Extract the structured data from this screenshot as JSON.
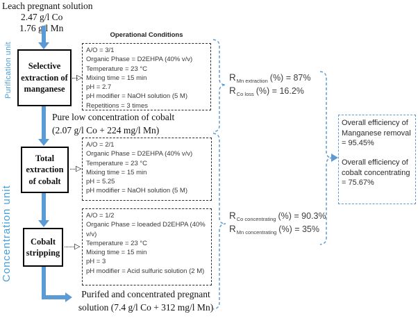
{
  "unit_labels": {
    "purification": "Purification unit",
    "concentration": "Concentration unit"
  },
  "feed": {
    "line1": "Leach pregnant solution",
    "line2": "2.47 g/l Co",
    "line3": "1.76 g/l Mn"
  },
  "boxes": {
    "box1": "Selective extraction of manganese",
    "box2": "Total extraction of cobalt",
    "box3": "Cobalt stripping"
  },
  "ops_header": "Operational Conditions",
  "ops1": {
    "lines": [
      "A/O = 3/1",
      "Organic Phase = D2EHPA (40% v/v)",
      "Temperature = 23 °C",
      "Mixing time = 15 min",
      "pH = 2.7",
      "pH modifier = NaOH solution (5 M)",
      "Repetitions = 3 times"
    ]
  },
  "ops2": {
    "lines": [
      "A/O = 2/1",
      "Organic Phase = D2EHPA (40% v/v)",
      "Temperature = 23 °C",
      "Mixing time = 15 min",
      "pH = 5.25",
      "pH modifier = NaOH solution (5 M)"
    ]
  },
  "ops3": {
    "lines": [
      "A/O = 1/2",
      "Organic Phase = loeaded D2EHPA (40% v/v)",
      "Temperature = 23 °C",
      "Mixing time = 15 min",
      "pH = 3",
      "pH modifier = Acid sulfuric solution (2 M)"
    ]
  },
  "stream1": {
    "line1": "Pure low concentration of cobalt",
    "line2": "(2.07 g/l Co + 224 mg/l Mn)"
  },
  "product": {
    "line1": "Purifed and concentrated pregnant",
    "line2": "solution (7.4 g/l Co + 312 mg/l Mn)"
  },
  "results": {
    "purification": [
      {
        "r": "R",
        "sub": "Mn extraction",
        "rest": "(%) = 87%"
      },
      {
        "r": "R",
        "sub": "Co loss",
        "rest": "(%) = 16.2%"
      }
    ],
    "concentration": [
      {
        "r": "R",
        "sub": "Co concentrating",
        "rest": "(%) = 90.3%"
      },
      {
        "r": "R",
        "sub": "Mn concentrating",
        "rest": "(%) = 35%"
      }
    ]
  },
  "overall": {
    "line1": "Overall efficiency of Manganese removal = 95.45%",
    "line2": "Overall efficiency of cobalt concentrating = 75.67%"
  },
  "icons": {
    "open_triangle": "▷"
  },
  "colors": {
    "accent_blue": "#5b9bd5",
    "label_blue": "#459fdb",
    "dashed_border": "#2b2b2b",
    "text": "#111111"
  }
}
